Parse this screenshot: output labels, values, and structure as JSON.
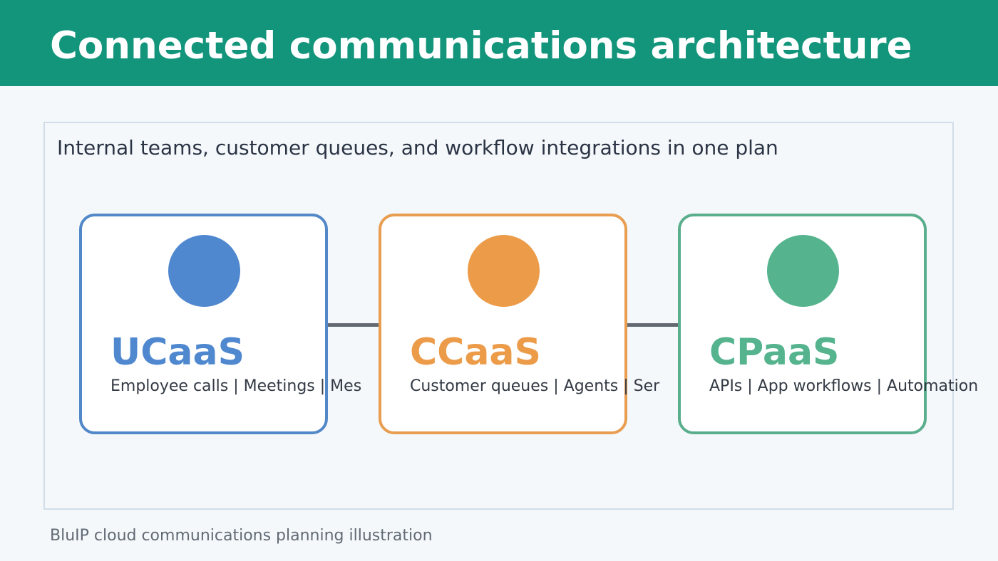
{
  "header": {
    "title": "Connected communications architecture",
    "background": "#12957b"
  },
  "panel": {
    "subtitle": "Internal teams, customer queues, and workflow integrations in one plan"
  },
  "cards": [
    {
      "title": "UCaaS",
      "description": "Employee calls | Meetings | Mes",
      "color": "#4f88cf",
      "border": "#5388c8"
    },
    {
      "title": "CCaaS",
      "description": "Customer queues | Agents | Ser",
      "color": "#ec9b49",
      "border": "#e89d50"
    },
    {
      "title": "CPaaS",
      "description": "APIs | App workflows | Automation",
      "color": "#55b38e",
      "border": "#5aae8d"
    }
  ],
  "connector_color": "#636971",
  "footer": {
    "caption": "BluIP cloud communications planning illustration"
  }
}
